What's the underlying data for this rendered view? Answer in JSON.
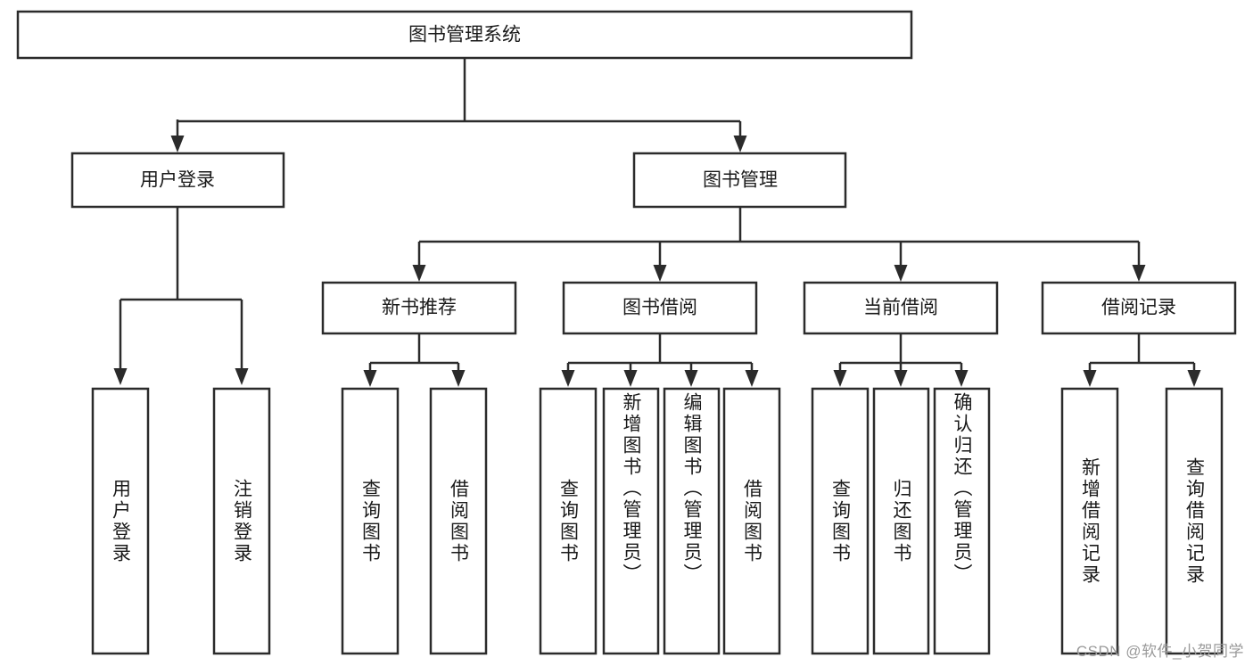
{
  "diagram": {
    "title": "图书管理系统",
    "watermark": "CSDN @软件_小贺同学",
    "colors": {
      "box_stroke": "#2b2b2b",
      "box_fill": "#ffffff",
      "connector": "#2b2b2b",
      "text": "#1a1a1a",
      "background": "#ffffff",
      "watermark": "#9a9a9a"
    },
    "root": {
      "label": "图书管理系统"
    },
    "level2": [
      {
        "label": "用户登录"
      },
      {
        "label": "图书管理"
      }
    ],
    "level3": [
      {
        "label": "新书推荐"
      },
      {
        "label": "图书借阅"
      },
      {
        "label": "当前借阅"
      },
      {
        "label": "借阅记录"
      }
    ],
    "leaves": {
      "user_login": [
        {
          "label": "用户登录"
        },
        {
          "label": "注销登录"
        }
      ],
      "new_book_recommend": [
        {
          "label": "查询图书"
        },
        {
          "label": "借阅图书"
        }
      ],
      "book_borrow": [
        {
          "label": "查询图书"
        },
        {
          "label": "新增图书（管理员）"
        },
        {
          "label": "编辑图书（管理员）"
        },
        {
          "label": "借阅图书"
        }
      ],
      "current_borrow": [
        {
          "label": "查询图书"
        },
        {
          "label": "归还图书"
        },
        {
          "label": "确认归还（管理员）"
        }
      ],
      "borrow_record": [
        {
          "label": "新增借阅记录"
        },
        {
          "label": "查询借阅记录"
        }
      ]
    }
  }
}
